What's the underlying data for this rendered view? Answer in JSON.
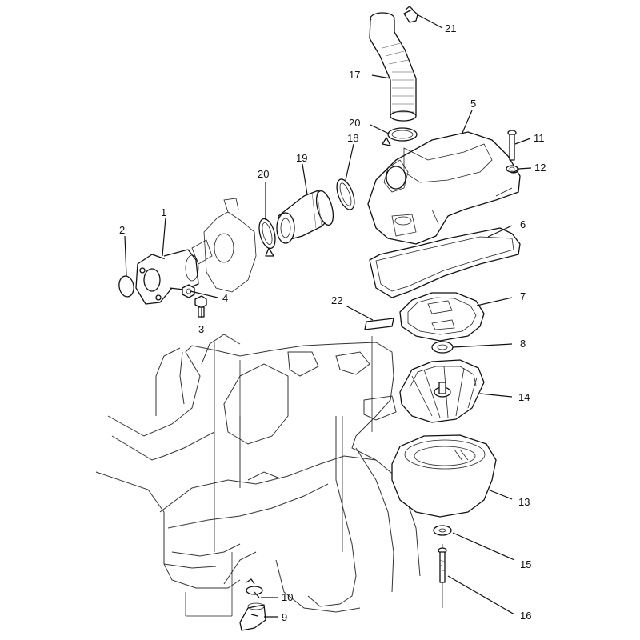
{
  "callouts": [
    {
      "id": "c21",
      "label": "21"
    },
    {
      "id": "c17",
      "label": "17"
    },
    {
      "id": "c5",
      "label": "5"
    },
    {
      "id": "c20a",
      "label": "20"
    },
    {
      "id": "c11",
      "label": "11"
    },
    {
      "id": "c18",
      "label": "18"
    },
    {
      "id": "c12",
      "label": "12"
    },
    {
      "id": "c19",
      "label": "19"
    },
    {
      "id": "c20b",
      "label": "20"
    },
    {
      "id": "c1",
      "label": "1"
    },
    {
      "id": "c2",
      "label": "2"
    },
    {
      "id": "c6",
      "label": "6"
    },
    {
      "id": "c4",
      "label": "4"
    },
    {
      "id": "c3",
      "label": "3"
    },
    {
      "id": "c22",
      "label": "22"
    },
    {
      "id": "c7",
      "label": "7"
    },
    {
      "id": "c8",
      "label": "8"
    },
    {
      "id": "c14",
      "label": "14"
    },
    {
      "id": "c13",
      "label": "13"
    },
    {
      "id": "c15",
      "label": "15"
    },
    {
      "id": "c10",
      "label": "10"
    },
    {
      "id": "c9",
      "label": "9"
    },
    {
      "id": "c16",
      "label": "16"
    }
  ]
}
